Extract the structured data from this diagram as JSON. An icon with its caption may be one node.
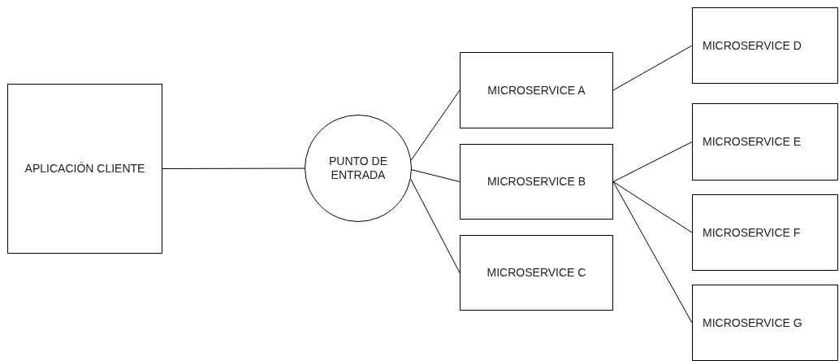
{
  "diagram": {
    "nodes": [
      {
        "text": [
          "APLICACIÓN CLIENTE"
        ]
      },
      {
        "text": [
          "PUNTO DE ENTRADA"
        ]
      },
      {
        "text": [
          "MICROSERVICE A"
        ]
      },
      {
        "text": [
          "MICROSERVICE B"
        ]
      },
      {
        "text": [
          "MICROSERVICE C"
        ]
      },
      {
        "text": [
          "MICROSERVICE D"
        ]
      },
      {
        "text": [
          "MICROSERVICE E"
        ]
      },
      {
        "text": [
          "MICROSERVICE F"
        ]
      },
      {
        "text": [
          "MICROSERVICE G"
        ]
      }
    ],
    "edges": [
      {
        "from": 0,
        "to": 1,
        "arrow": "none"
      },
      {
        "from": 1,
        "to": 2,
        "arrow": "none"
      },
      {
        "from": 1,
        "to": 3,
        "arrow": "none"
      },
      {
        "from": 1,
        "to": 4,
        "arrow": "none"
      },
      {
        "from": 2,
        "to": 5,
        "arrow": "none"
      },
      {
        "from": 3,
        "to": 6,
        "arrow": "none"
      },
      {
        "from": 3,
        "to": 7,
        "arrow": "none"
      },
      {
        "from": 3,
        "to": 8,
        "arrow": "none"
      }
    ]
  }
}
